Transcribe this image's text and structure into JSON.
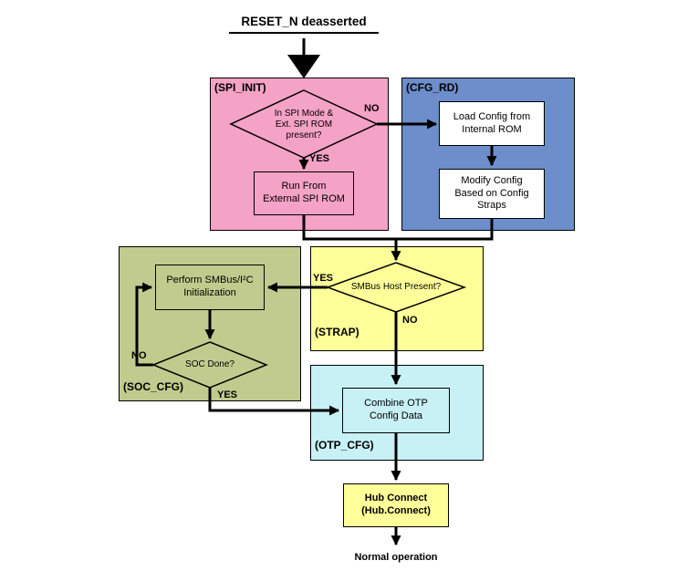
{
  "title": "RESET_N deasserted",
  "footer": "Normal operation",
  "regions": {
    "spi_init": "(SPI_INIT)",
    "cfg_rd": "(CFG_RD)",
    "strap": "(STRAP)",
    "soc_cfg": "(SOC_CFG)",
    "otp_cfg": "(OTP_CFG)"
  },
  "nodes": {
    "spi_decision": {
      "lines": [
        "In SPI Mode &",
        "Ext. SPI ROM",
        "present?"
      ]
    },
    "run_external": {
      "lines": [
        "Run From",
        "External SPI ROM"
      ]
    },
    "load_config": {
      "lines": [
        "Load Config from",
        "Internal ROM"
      ]
    },
    "modify_config": {
      "lines": [
        "Modify Config",
        "Based on Config",
        "Straps"
      ]
    },
    "smbus_decision": {
      "lines": [
        "SMBus Host Present?"
      ]
    },
    "smbus_init": {
      "lines": [
        "Perform SMBus/I²C",
        "Initialization"
      ]
    },
    "soc_done": {
      "lines": [
        "SOC Done?"
      ]
    },
    "combine_otp": {
      "lines": [
        "Combine OTP",
        "Config Data"
      ]
    },
    "hub_connect": {
      "lines": [
        "Hub Connect",
        "(Hub.Connect)"
      ]
    }
  },
  "edge_labels": {
    "spi_no": "NO",
    "spi_yes": "YES",
    "strap_yes": "YES",
    "strap_no": "NO",
    "soc_no": "NO",
    "soc_yes": "YES"
  },
  "colors": {
    "spi_init": "#F4A2C5",
    "cfg_rd": "#6D8DCB",
    "strap": "#FFFF99",
    "soc_cfg": "#C1CB8D",
    "otp_cfg": "#C8F1F6",
    "hub": "#FFFF99",
    "inner_white": "#FFFFFF",
    "line": "#000000"
  }
}
